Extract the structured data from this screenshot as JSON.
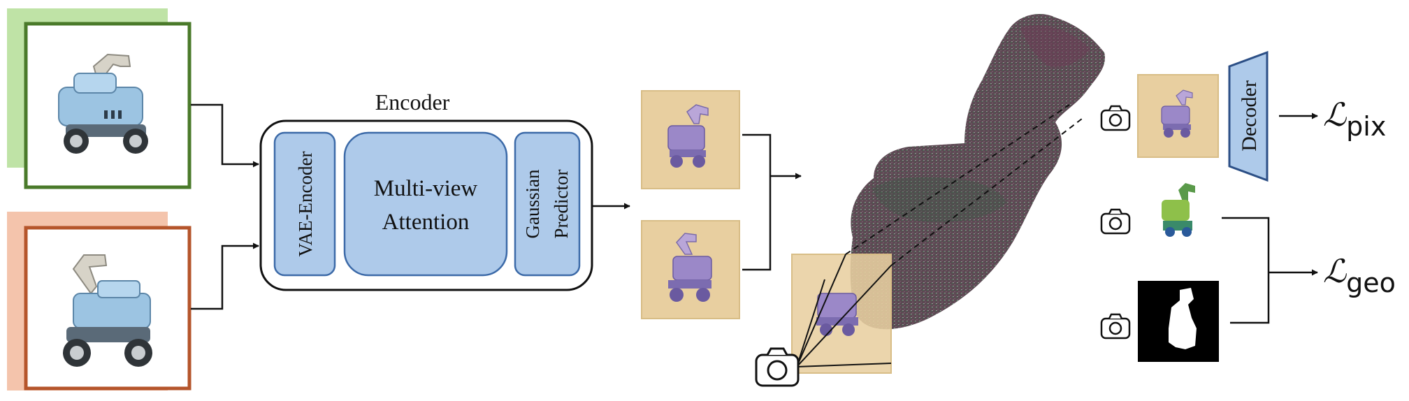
{
  "encoder": {
    "title": "Encoder",
    "blocks": {
      "vae": "VAE-Encoder",
      "attention_line1": "Multi-view",
      "attention_line2": "Attention",
      "gaussian_line1": "Gaussian",
      "gaussian_line2": "Predictor"
    }
  },
  "decoder": {
    "label": "Decoder"
  },
  "losses": {
    "pix": {
      "symbol": "ℒ",
      "subscript": "pix"
    },
    "geo": {
      "symbol": "ℒ",
      "subscript": "geo"
    }
  },
  "colors": {
    "input_view_1_border": "#4a7a2a",
    "input_view_1_shadow": "#bfe3a6",
    "input_view_2_border": "#b5552b",
    "input_view_2_shadow": "#f4c4ac",
    "block_fill": "#aecaea",
    "block_stroke": "#3c6aa8",
    "feature_map": "#e8cfa0",
    "render_subject": "#9b88c8"
  },
  "icons": [
    "camera-icon",
    "excavator-toy-image",
    "gaussian-point-cloud",
    "depth-render",
    "silhouette-mask"
  ]
}
